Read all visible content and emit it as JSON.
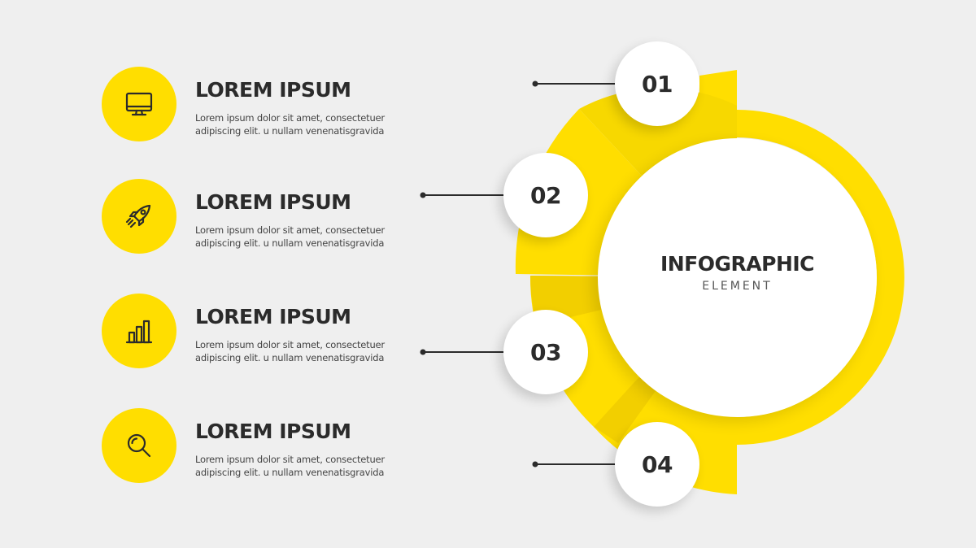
{
  "items": [
    {
      "title": "LOREM IPSUM",
      "line1": "Lorem ipsum dolor sit amet, consectetuer",
      "line2": "adipiscing elit. u nullam venenatisgravida",
      "icon": "monitor-icon"
    },
    {
      "title": "LOREM IPSUM",
      "line1": "Lorem ipsum dolor sit amet, consectetuer",
      "line2": "adipiscing elit. u nullam venenatisgravida",
      "icon": "rocket-icon"
    },
    {
      "title": "LOREM IPSUM",
      "line1": "Lorem ipsum dolor sit amet, consectetuer",
      "line2": "adipiscing elit. u nullam venenatisgravida",
      "icon": "bar-chart-icon"
    },
    {
      "title": "LOREM IPSUM",
      "line1": "Lorem ipsum dolor sit amet, consectetuer",
      "line2": "adipiscing elit. u nullam venenatisgravida",
      "icon": "search-icon"
    }
  ],
  "steps": [
    "01",
    "02",
    "03",
    "04"
  ],
  "center": {
    "title": "INFOGRAPHIC",
    "subtitle": "ELEMENT"
  },
  "colors": {
    "accent": "#ffde00",
    "accent_dark": "#f2cf00",
    "text": "#2b2b2b",
    "background": "#efefef"
  }
}
